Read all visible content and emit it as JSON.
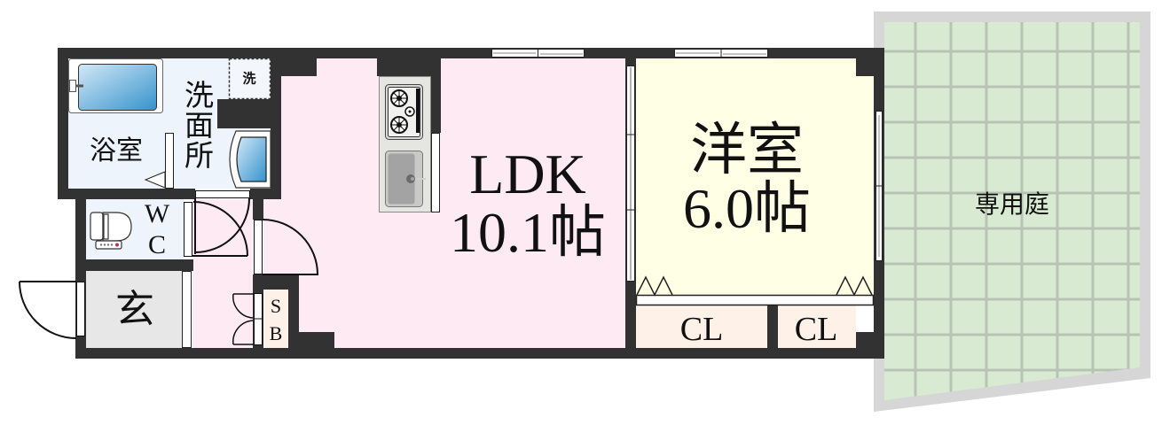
{
  "floorplan": {
    "rooms": {
      "bath": {
        "label": "浴室"
      },
      "washroom": {
        "label": "洗面所"
      },
      "washer_space": {
        "label": "洗"
      },
      "wc": {
        "line1": "W",
        "line2": "C"
      },
      "genkan": {
        "label": "玄"
      },
      "shoe_box": {
        "line1": "S",
        "line2": "B"
      },
      "ldk": {
        "name": "LDK",
        "size": "10.1帖"
      },
      "western_room": {
        "name": "洋室",
        "size": "6.0帖"
      },
      "closet_1": {
        "label": "CL"
      },
      "closet_2": {
        "label": "CL"
      },
      "private_garden": {
        "label": "専用庭"
      }
    },
    "icons": [
      "bathtub-icon",
      "wash-basin-icon",
      "toilet-icon",
      "gas-stove-icon",
      "kitchen-sink-icon",
      "door-swing-icon",
      "window-icon",
      "sliding-door-icon",
      "closet-door-icon"
    ]
  },
  "colors": {
    "wall": "#323232",
    "ldk": "#fdeaf2",
    "western": "#ffffe6",
    "closet": "#fdf1e8",
    "wet": "#eef4fb",
    "genkan": "#e7e7e7",
    "garden": "#d9ead3",
    "garden-border": "#d6d6d6",
    "grid": "#b8c3b4"
  }
}
